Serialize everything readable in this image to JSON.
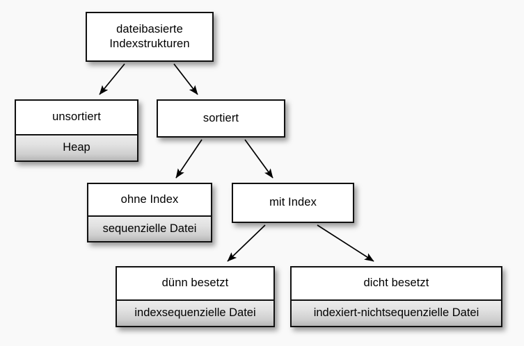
{
  "diagram": {
    "title": "dateibasierte Indexstrukturen",
    "background_color": "#f9f9f9",
    "node_border_color": "#111111",
    "node_fill_color": "#ffffff",
    "node_sub_fill_top_color": "#ececec",
    "node_sub_fill_bottom_color": "#b6b6b6",
    "edge_color": "#000000",
    "nodes": {
      "root": {
        "title": "dateibasierte Indexstrukturen",
        "title_line1": "dateibasierte",
        "title_line2": "Indexstrukturen"
      },
      "unsortiert": {
        "title": "unsortiert",
        "subtitle": "Heap"
      },
      "sortiert": {
        "title": "sortiert"
      },
      "ohne_index": {
        "title": "ohne Index",
        "subtitle": "sequenzielle Datei"
      },
      "mit_index": {
        "title": "mit Index"
      },
      "duenn_besetzt": {
        "title": "dünn besetzt",
        "subtitle": "indexsequenzielle Datei"
      },
      "dicht_besetzt": {
        "title": "dicht besetzt",
        "subtitle": "indexiert-nichtsequenzielle Datei"
      }
    },
    "edges": [
      {
        "from": "root",
        "to": "unsortiert"
      },
      {
        "from": "root",
        "to": "sortiert"
      },
      {
        "from": "sortiert",
        "to": "ohne_index"
      },
      {
        "from": "sortiert",
        "to": "mit_index"
      },
      {
        "from": "mit_index",
        "to": "duenn_besetzt"
      },
      {
        "from": "mit_index",
        "to": "dicht_besetzt"
      }
    ]
  }
}
